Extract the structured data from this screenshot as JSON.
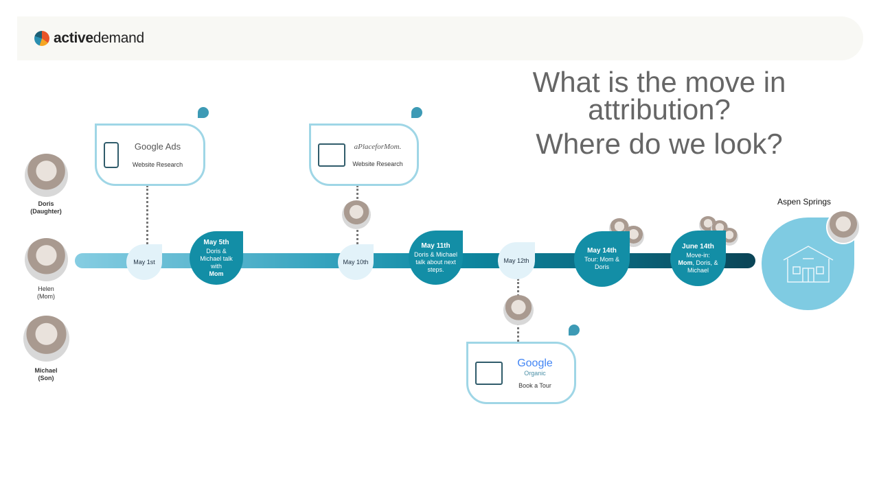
{
  "brand": {
    "logo_bold": "active",
    "logo_light": "demand"
  },
  "titles": {
    "overlay_a": "What is the move in attribution?",
    "overlay_b": "Where do we look?"
  },
  "people": [
    {
      "name": "Doris",
      "role": "(Daughter)"
    },
    {
      "name": "Helen",
      "role": "(Mom)"
    },
    {
      "name": "Michael",
      "role": "(Son)"
    }
  ],
  "cards": [
    {
      "brand": "Google Ads",
      "label": "Website Research"
    },
    {
      "brand": "aPlaceforMom.",
      "label": "Website Research"
    },
    {
      "brand": "Google",
      "sub": "Organic",
      "label": "Book a Tour"
    }
  ],
  "events": [
    {
      "date": "May 1st"
    },
    {
      "date": "May 5th",
      "text": "Doris & Michael talk with",
      "bold": "Mom"
    },
    {
      "date": "May 10th"
    },
    {
      "date": "May 11th",
      "text": "Doris & Michael talk about next steps."
    },
    {
      "date": "May 12th"
    },
    {
      "date": "May 14th",
      "text": "Tour: Mom & Doris"
    },
    {
      "date": "June 14th",
      "text_pre": "Move-in:",
      "bold": "Mom",
      "text": ", Doris, & Michael"
    }
  ],
  "destination": {
    "label": "Aspen Springs"
  },
  "colors": {
    "accent": "#138ea6",
    "light": "#e2f2f9",
    "card_border": "#9fd6e6"
  }
}
